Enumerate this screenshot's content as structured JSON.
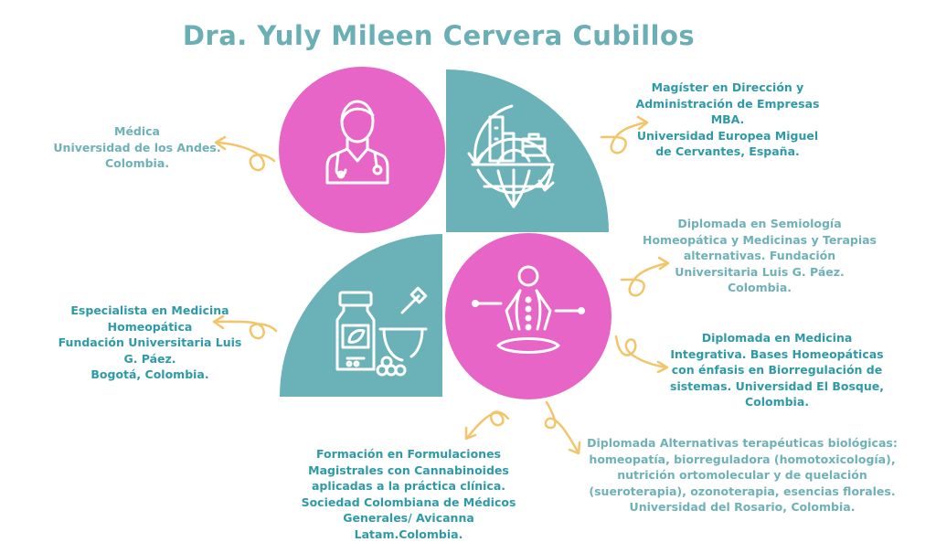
{
  "title": "Dra. Yuly Mileen Cervera Cubillos",
  "colors": {
    "teal": "#6ab2b8",
    "pink": "#e765c6",
    "arrow": "#f2c56a",
    "text_teal": "#2e9aa8",
    "text_light": "#6eb1b7"
  },
  "icons": {
    "top_left": "doctor-icon",
    "top_right": "global-business-icon",
    "bottom_left": "medicine-bottle-mortar-icon",
    "bottom_right": "meditation-icon"
  },
  "items": [
    {
      "lines": [
        "Médica",
        "Universidad de los Andes.",
        "Colombia."
      ]
    },
    {
      "lines": [
        "Magíster en Dirección y",
        "Administración de Empresas",
        "MBA.",
        "Universidad Europea Miguel",
        "de Cervantes, España."
      ]
    },
    {
      "lines": [
        "Diplomada en  Semiología",
        "Homeopática y Medicinas y Terapias",
        "alternativas. Fundación",
        "Universitaria Luis G. Páez.",
        "Colombia."
      ]
    },
    {
      "lines": [
        "Especialista en Medicina",
        "Homeopática",
        "Fundación Universitaria Luis",
        "G. Páez.",
        "Bogotá, Colombia."
      ]
    },
    {
      "lines": [
        "Diplomada en Medicina",
        "Integrativa. Bases Homeopáticas",
        "con énfasis en Biorregulación de",
        "sistemas. Universidad El Bosque,",
        "Colombia."
      ]
    },
    {
      "lines": [
        "Formación en Formulaciones",
        "Magistrales con Cannabinoides",
        "aplicadas a la práctica clínica.",
        "Sociedad Colombiana de Médicos",
        "Generales/ Avicanna",
        "Latam.Colombia."
      ]
    },
    {
      "lines": [
        "Diplomada Alternativas terapéuticas biológicas:",
        "homeopatía, biorreguladora (homotoxicología),",
        "nutrición ortomolecular y de quelación",
        "(sueroterapia), ozonoterapia, esencias florales.",
        "Universidad del Rosario, Colombia."
      ]
    }
  ]
}
